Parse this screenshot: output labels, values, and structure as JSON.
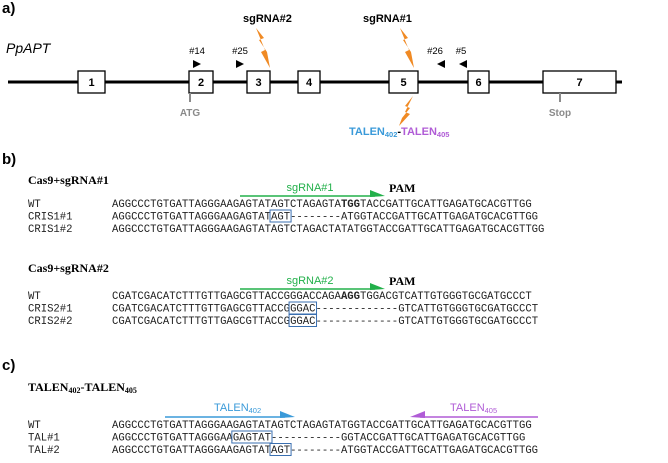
{
  "panel_a": {
    "label": "a)",
    "gene_name": "PpAPT",
    "exons": [
      "1",
      "2",
      "3",
      "4",
      "5",
      "6",
      "7"
    ],
    "primers": [
      "#14",
      "#25",
      "#26",
      "#5"
    ],
    "sgrna2": "sgRNA#2",
    "sgrna1": "sgRNA#1",
    "atg": "ATG",
    "stop": "Stop",
    "talen_left": "TALEN",
    "talen_left_sub": "402",
    "talen_dash": "-",
    "talen_right": "TALEN",
    "talen_right_sub": "405",
    "colors": {
      "talen_left": "#3a9ad9",
      "talen_right": "#b05cd6",
      "lightning": "#f08a24",
      "grey": "#8a8a8a"
    }
  },
  "panel_b": {
    "label": "b)",
    "cas9_sg1": {
      "title": "Cas9+sgRNA#1",
      "arrow_label": "sgRNA#1",
      "pam": "PAM",
      "rows": [
        {
          "name": "WT",
          "segments": [
            {
              "t": "AGGCCCTGTGATTAGGG",
              "c": "plain"
            },
            {
              "t": "AAGAGTATAGTCTAGAGTA",
              "c": "green"
            },
            {
              "t": "TGG",
              "c": "bold"
            },
            {
              "t": "TACCGATTGCATTGAGATGCACGTTGG",
              "c": "plain"
            }
          ]
        },
        {
          "name": "CRIS1#1",
          "segments": [
            {
              "t": "AGGCCCTGTGATTAGGGAAGAGTAT",
              "c": "plain"
            },
            {
              "t": "AGT",
              "c": "box"
            },
            {
              "t": "--------",
              "c": "plain"
            },
            {
              "t": "ATGGTACCGATTGCATTGAGATGCACGTTGG",
              "c": "plain"
            }
          ]
        },
        {
          "name": "CRIS1#2",
          "segments": [
            {
              "t": "AGGCCCTGTGATTAGGGAAGAGTATAGTCTAGA",
              "c": "plain"
            },
            {
              "t": "CTA",
              "c": "yellow"
            },
            {
              "t": "TATGGTACCGATTGCATTGAGATGCACGTTGG",
              "c": "plain"
            }
          ]
        }
      ]
    },
    "cas9_sg2": {
      "title": "Cas9+sgRNA#2",
      "arrow_label": "sgRNA#2",
      "pam": "PAM",
      "rows": [
        {
          "name": "WT",
          "segments": [
            {
              "t": "CGATCGACATCTTTGTT",
              "c": "plain"
            },
            {
              "t": "GAGCGTTACCGGGACCAGA",
              "c": "green"
            },
            {
              "t": "AGG",
              "c": "bold"
            },
            {
              "t": "TGGACGTCATTGTGGGTGCGATGCCCT",
              "c": "plain"
            }
          ]
        },
        {
          "name": "CRIS2#1",
          "segments": [
            {
              "t": "CGATCGACATCTTTGTTGAGCGTTACCG",
              "c": "plain"
            },
            {
              "t": "GGAC",
              "c": "box"
            },
            {
              "t": "-------------",
              "c": "plain"
            },
            {
              "t": "GTCATTGTGGGTGCGATGCCCT",
              "c": "plain"
            }
          ]
        },
        {
          "name": "CRIS2#2",
          "segments": [
            {
              "t": "CGATCGACATCTTTGTTGAGCGTTACCG",
              "c": "plain"
            },
            {
              "t": "GGAC",
              "c": "box"
            },
            {
              "t": "-------------",
              "c": "plain"
            },
            {
              "t": "GTCATTGTGGGTGCGATGCCCT",
              "c": "plain"
            }
          ]
        }
      ]
    }
  },
  "panel_c": {
    "label": "c)",
    "title_main": "TALEN",
    "title_sub1": "402",
    "title_dash": "-TALEN",
    "title_sub2": "405",
    "arrow_left_label": "TALEN",
    "arrow_left_sub": "402",
    "arrow_right_label": "TALEN",
    "arrow_right_sub": "405",
    "rows": [
      {
        "name": "WT",
        "segments": [
          {
            "t": "AGGCCCT",
            "c": "plain"
          },
          {
            "t": "GTGATTAGGGAAGAGTA",
            "c": "blue"
          },
          {
            "t": "TAGTCTAGAGTATGG",
            "c": "red"
          },
          {
            "t": "TACCGATTGCATTGAG",
            "c": "purple"
          },
          {
            "t": "ATGCACGTTGG",
            "c": "plain"
          }
        ]
      },
      {
        "name": "TAL#1",
        "segments": [
          {
            "t": "AGGCCCTGTGATTAGGGAA",
            "c": "plain"
          },
          {
            "t": "GAGTAT",
            "c": "box"
          },
          {
            "t": "-----------",
            "c": "plain"
          },
          {
            "t": "GGTACCGATTGCATTGAGATGCACGTTGG",
            "c": "plain"
          }
        ]
      },
      {
        "name": "TAL#2",
        "segments": [
          {
            "t": "AGGCCCTGTGATTAGGGAAGAGTAT",
            "c": "plain"
          },
          {
            "t": "AGT",
            "c": "box"
          },
          {
            "t": "--------",
            "c": "plain"
          },
          {
            "t": "ATGGTACCGATTGCATTGAGATGCACGTTGG",
            "c": "plain"
          }
        ]
      }
    ]
  },
  "seq_colors": {
    "green": "#22b04a",
    "yellow": "#e8b820",
    "blue": "#3a9ad9",
    "red": "#e02020",
    "purple": "#b05cd6",
    "box": "#3a6fb0"
  }
}
